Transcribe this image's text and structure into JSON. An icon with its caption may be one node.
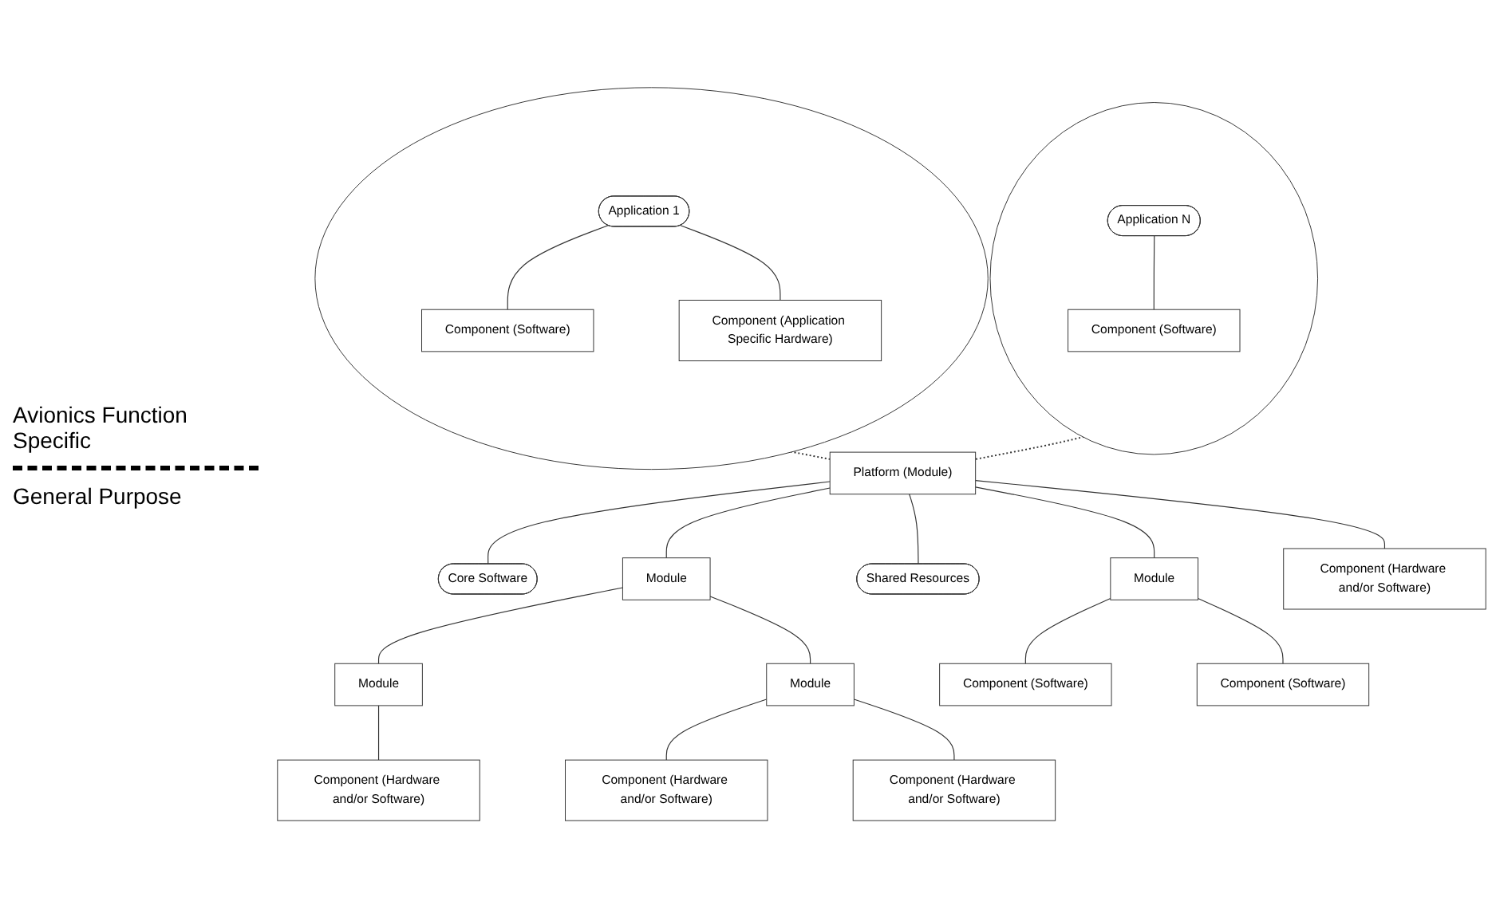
{
  "diagram": {
    "nodes": [
      {
        "text": [],
        "shape": "circle"
      },
      {
        "text": [
          "Application 1"
        ],
        "in": 0
      },
      {
        "text": [
          "Component (Software)"
        ],
        "in": 0
      },
      {
        "text": [
          "Component (Application Specific Hardware)"
        ],
        "in": 0
      },
      {
        "text": [],
        "shape": "circle"
      },
      {
        "text": [
          "Application N"
        ],
        "in": 4
      },
      {
        "text": [
          "Component (Software)"
        ],
        "in": 4
      },
      {
        "text": [
          "Platform (Module)"
        ]
      },
      {
        "text": [
          "Core Software"
        ]
      },
      {
        "text": [
          "Module"
        ]
      },
      {
        "text": [
          "Shared Resources"
        ]
      },
      {
        "text": [
          "Module"
        ]
      },
      {
        "text": [
          "Module"
        ]
      },
      {
        "text": [
          "Module"
        ]
      },
      {
        "text": [
          "Component (Software)"
        ]
      },
      {
        "text": [
          "Component (Software)"
        ]
      },
      {
        "text": [
          "Component (Hardware and/or Software)"
        ]
      },
      {
        "text": [
          "Component (Hardware and/or Software)"
        ]
      },
      {
        "text": [
          "Component (Hardware and/or Software)"
        ]
      },
      {
        "text": [
          "Component (Hardware and/or Software)"
        ]
      }
    ],
    "edges": [
      {
        "from": 1,
        "to": 2,
        "arrow": "none"
      },
      {
        "from": 1,
        "to": 3,
        "arrow": "none"
      },
      {
        "from": 5,
        "to": 6,
        "arrow": "none"
      },
      {
        "from": 0,
        "to": 7,
        "arrow": "none",
        "style": "dashed"
      },
      {
        "from": 4,
        "to": 7,
        "arrow": "none",
        "style": "dashed"
      },
      {
        "from": 7,
        "to": 8,
        "arrow": "none"
      },
      {
        "from": 7,
        "to": 11,
        "arrow": "none"
      },
      {
        "from": 7,
        "to": 9,
        "arrow": "none"
      },
      {
        "from": 7,
        "to": 19,
        "arrow": "none"
      },
      {
        "from": 7,
        "to": 10,
        "arrow": "none"
      },
      {
        "from": 9,
        "to": 12,
        "arrow": "none"
      },
      {
        "from": 9,
        "to": 13,
        "arrow": "none"
      },
      {
        "from": 11,
        "to": 14,
        "arrow": "none"
      },
      {
        "from": 11,
        "to": 15,
        "arrow": "none"
      },
      {
        "from": 12,
        "to": 16,
        "arrow": "none"
      },
      {
        "from": 13,
        "to": 17,
        "arrow": "none"
      },
      {
        "from": 13,
        "to": 18,
        "arrow": "none"
      }
    ],
    "labels": [
      "Avionics Function Specific",
      "General Purpose"
    ]
  }
}
